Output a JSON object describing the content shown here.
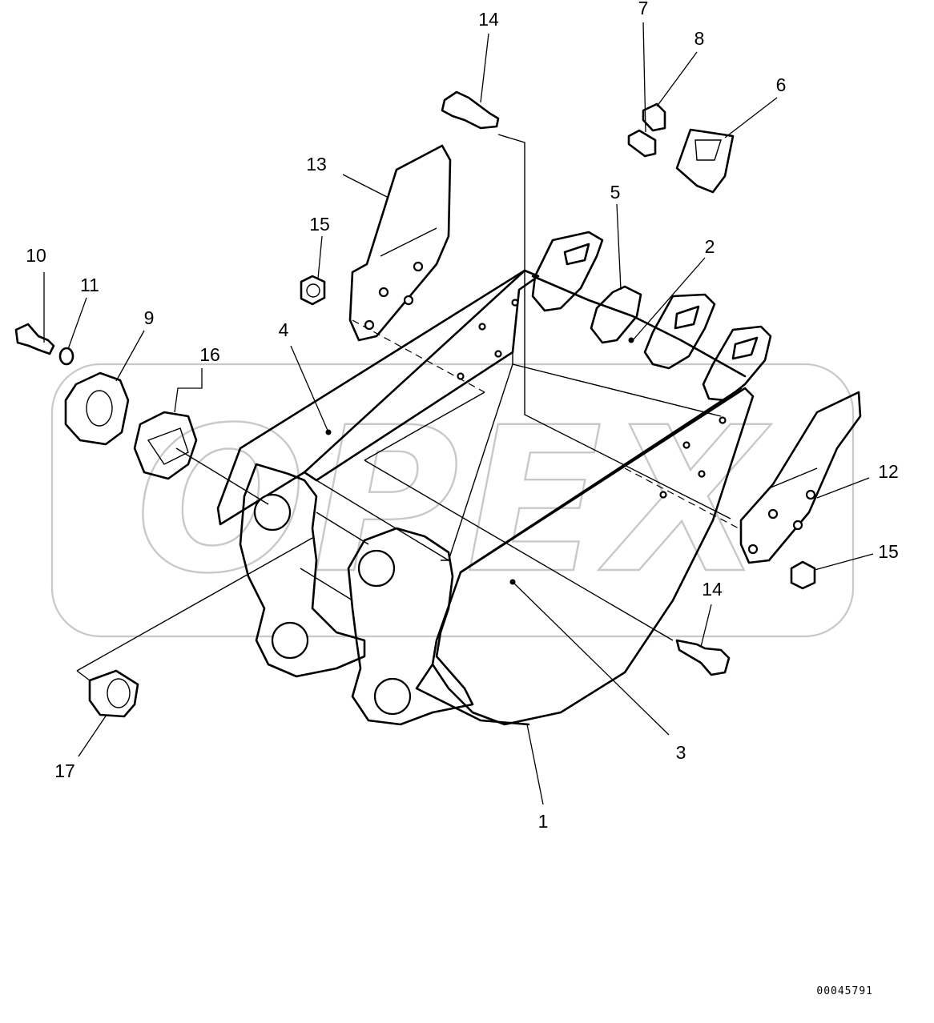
{
  "watermark": {
    "text": "OPEX"
  },
  "drawing_number": "00045791",
  "callouts": [
    {
      "id": "c1",
      "label": "1"
    },
    {
      "id": "c2",
      "label": "2"
    },
    {
      "id": "c3",
      "label": "3"
    },
    {
      "id": "c4",
      "label": "4"
    },
    {
      "id": "c5",
      "label": "5"
    },
    {
      "id": "c6",
      "label": "6"
    },
    {
      "id": "c7",
      "label": "7"
    },
    {
      "id": "c8",
      "label": "8"
    },
    {
      "id": "c9",
      "label": "9"
    },
    {
      "id": "c10",
      "label": "10"
    },
    {
      "id": "c11",
      "label": "11"
    },
    {
      "id": "c12",
      "label": "12"
    },
    {
      "id": "c13",
      "label": "13"
    },
    {
      "id": "c14a",
      "label": "14"
    },
    {
      "id": "c14b",
      "label": "14"
    },
    {
      "id": "c15a",
      "label": "15"
    },
    {
      "id": "c15b",
      "label": "15"
    },
    {
      "id": "c16",
      "label": "16"
    },
    {
      "id": "c17",
      "label": "17"
    }
  ]
}
